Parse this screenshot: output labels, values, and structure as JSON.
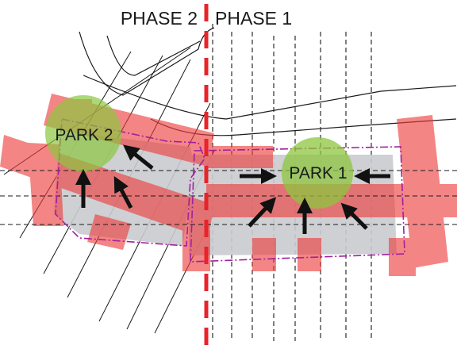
{
  "headings": {
    "phase_left": "PHASE 2",
    "phase_right": "PHASE 1"
  },
  "parks": [
    {
      "id": "park-2",
      "label": "PARK 2"
    },
    {
      "id": "park-1",
      "label": "PARK 1"
    }
  ],
  "colors": {
    "phase_divider": "#e8232a",
    "street_band": "#ee3b3b",
    "park_fill": "#8cc63e",
    "parcel_fill": "#c9cbcf",
    "boundary": "#a020a0",
    "arrow": "#111111"
  }
}
